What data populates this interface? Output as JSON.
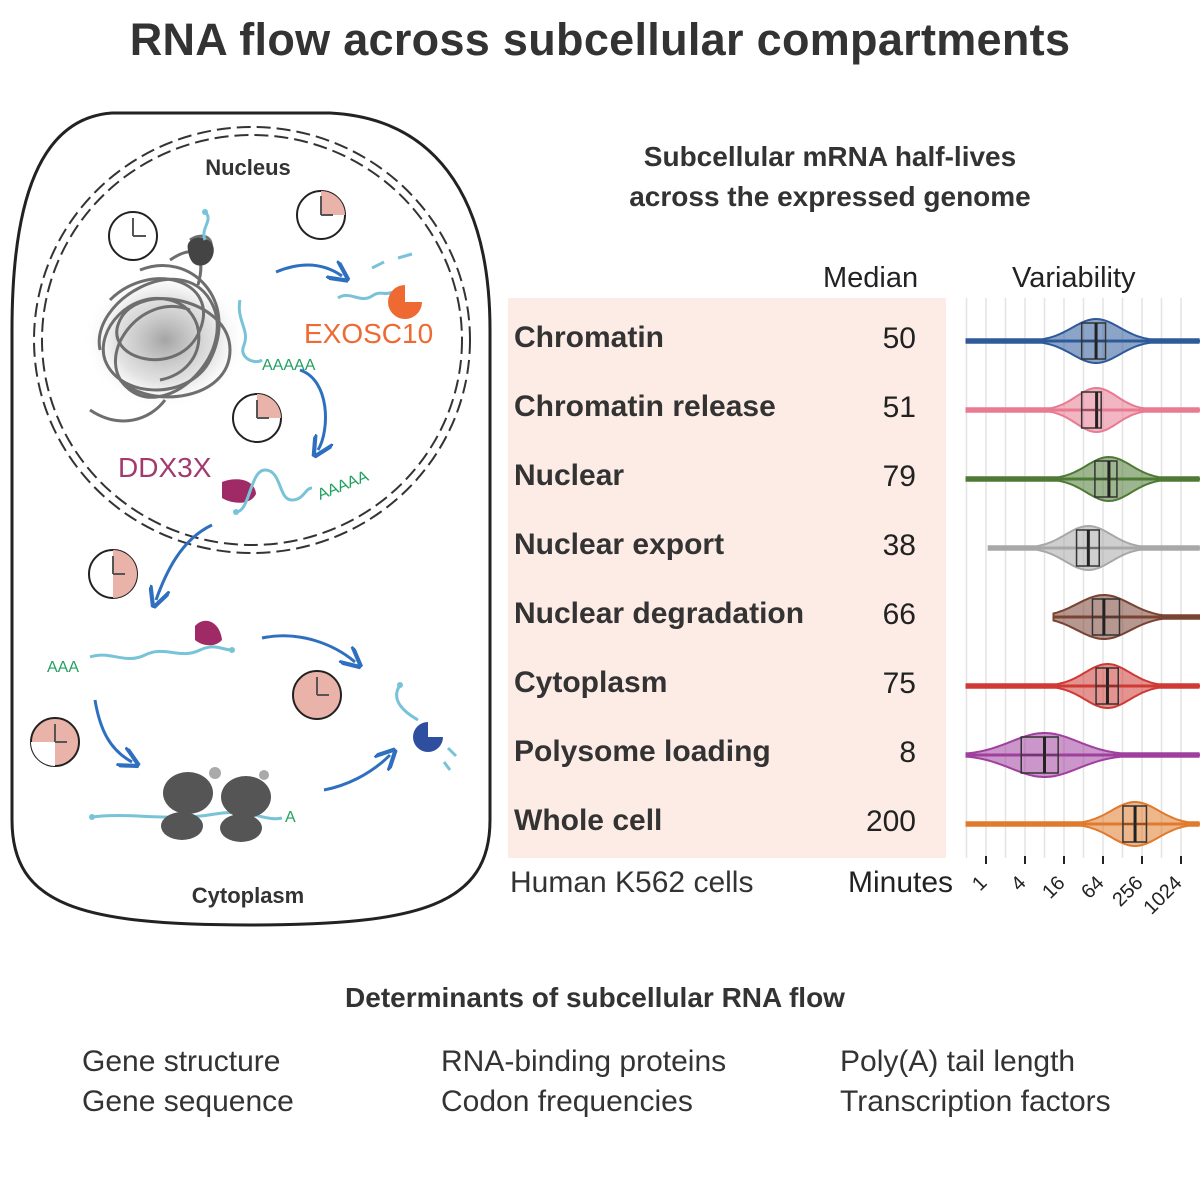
{
  "title": "RNA flow across subcellular compartments",
  "diagram": {
    "nucleus_label": "Nucleus",
    "cytoplasm_label": "Cytoplasm",
    "exosc10_label": "EXOSC10",
    "ddx3x_label": "DDX3X",
    "polyA_long": "AAAAA",
    "polyA_long2": "AAAAA",
    "polyA_mid": "AAA",
    "polyA_short": "A"
  },
  "panel": {
    "title_line1": "Subcellular mRNA half-lives",
    "title_line2": "across the expressed genome",
    "median_header": "Median",
    "variability_header": "Variability",
    "cells_label": "Human K562 cells",
    "axis_label": "Minutes",
    "axis_ticks": [
      "1",
      "4",
      "16",
      "64",
      "256",
      "1024"
    ],
    "rows": [
      {
        "label": "Chromatin",
        "median": "50",
        "color": "#2e5a9a"
      },
      {
        "label": "Chromatin release",
        "median": "51",
        "color": "#e87a92"
      },
      {
        "label": "Nuclear",
        "median": "79",
        "color": "#4f7a35"
      },
      {
        "label": "Nuclear export",
        "median": "38",
        "color": "#a8a8a8"
      },
      {
        "label": "Nuclear degradation",
        "median": "66",
        "color": "#7a4434"
      },
      {
        "label": "Cytoplasm",
        "median": "75",
        "color": "#cf3a35"
      },
      {
        "label": "Polysome loading",
        "median": "8",
        "color": "#a0409e"
      },
      {
        "label": "Whole cell",
        "median": "200",
        "color": "#e07a2c"
      }
    ]
  },
  "chart_data": {
    "type": "violin",
    "x_scale": "log2",
    "xlabel": "Minutes",
    "x_ticks": [
      1,
      4,
      16,
      64,
      256,
      1024
    ],
    "series": [
      {
        "name": "Chromatin",
        "median": 50,
        "q1": 30,
        "q3": 70,
        "min": 0.5,
        "max": 2048
      },
      {
        "name": "Chromatin release",
        "median": 51,
        "q1": 30,
        "q3": 60,
        "min": 0.5,
        "max": 2048
      },
      {
        "name": "Nuclear",
        "median": 79,
        "q1": 48,
        "q3": 105,
        "min": 0.5,
        "max": 2048
      },
      {
        "name": "Nuclear export",
        "median": 38,
        "q1": 25,
        "q3": 56,
        "min": 1.1,
        "max": 2048
      },
      {
        "name": "Nuclear degradation",
        "median": 66,
        "q1": 44,
        "q3": 115,
        "min": 11,
        "max": 2048
      },
      {
        "name": "Cytoplasm",
        "median": 75,
        "q1": 50,
        "q3": 110,
        "min": 0.5,
        "max": 2048
      },
      {
        "name": "Polysome loading",
        "median": 8,
        "q1": 3.5,
        "q3": 13,
        "min": 0.5,
        "max": 2048
      },
      {
        "name": "Whole cell",
        "median": 200,
        "q1": 130,
        "q3": 300,
        "min": 0.5,
        "max": 2048
      }
    ]
  },
  "determinants": {
    "title": "Determinants of subcellular RNA flow",
    "col1": [
      "Gene structure",
      "Gene sequence"
    ],
    "col2": [
      "RNA-binding proteins",
      "Codon frequencies"
    ],
    "col3": [
      "Poly(A) tail length",
      "Transcription factors"
    ]
  }
}
